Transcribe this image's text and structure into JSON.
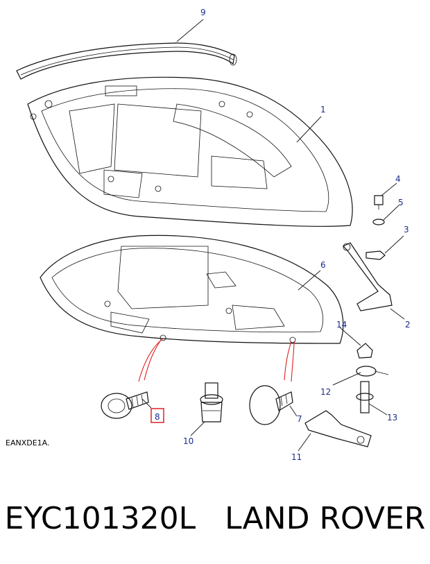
{
  "diagram": {
    "reference_code": "EANXDE1A.",
    "callouts": [
      "1",
      "2",
      "3",
      "4",
      "5",
      "6",
      "7",
      "8",
      "9",
      "10",
      "11",
      "12",
      "13",
      "14"
    ],
    "highlighted_callout": "8",
    "highlight_color": "#e02020",
    "callout_color": "#1a2a8a"
  },
  "caption": {
    "part_number": "EYC101320L",
    "brand": "LAND ROVER"
  }
}
